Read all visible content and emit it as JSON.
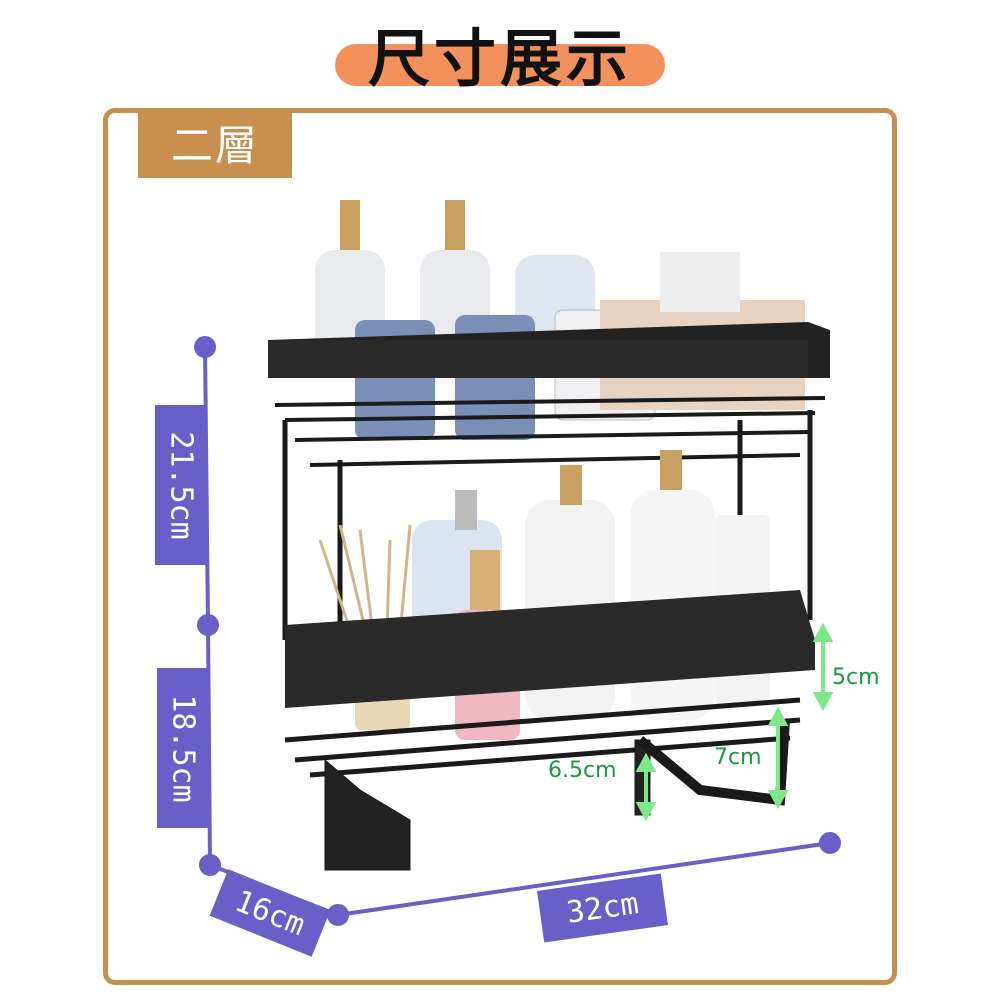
{
  "title": "尺寸展示",
  "tier_label": "二層",
  "dimensions": {
    "height_upper": "21.5cm",
    "height_lower": "18.5cm",
    "depth": "16cm",
    "width": "32cm",
    "basket_height": "5cm",
    "towel_bar_drop": "7cm",
    "bracket_height": "6.5cm"
  },
  "colors": {
    "accent_orange": "#f3915c",
    "frame_tan": "#c98f4f",
    "dimension_purple": "#6a5fc8",
    "annotation_green": "#7de88a"
  }
}
